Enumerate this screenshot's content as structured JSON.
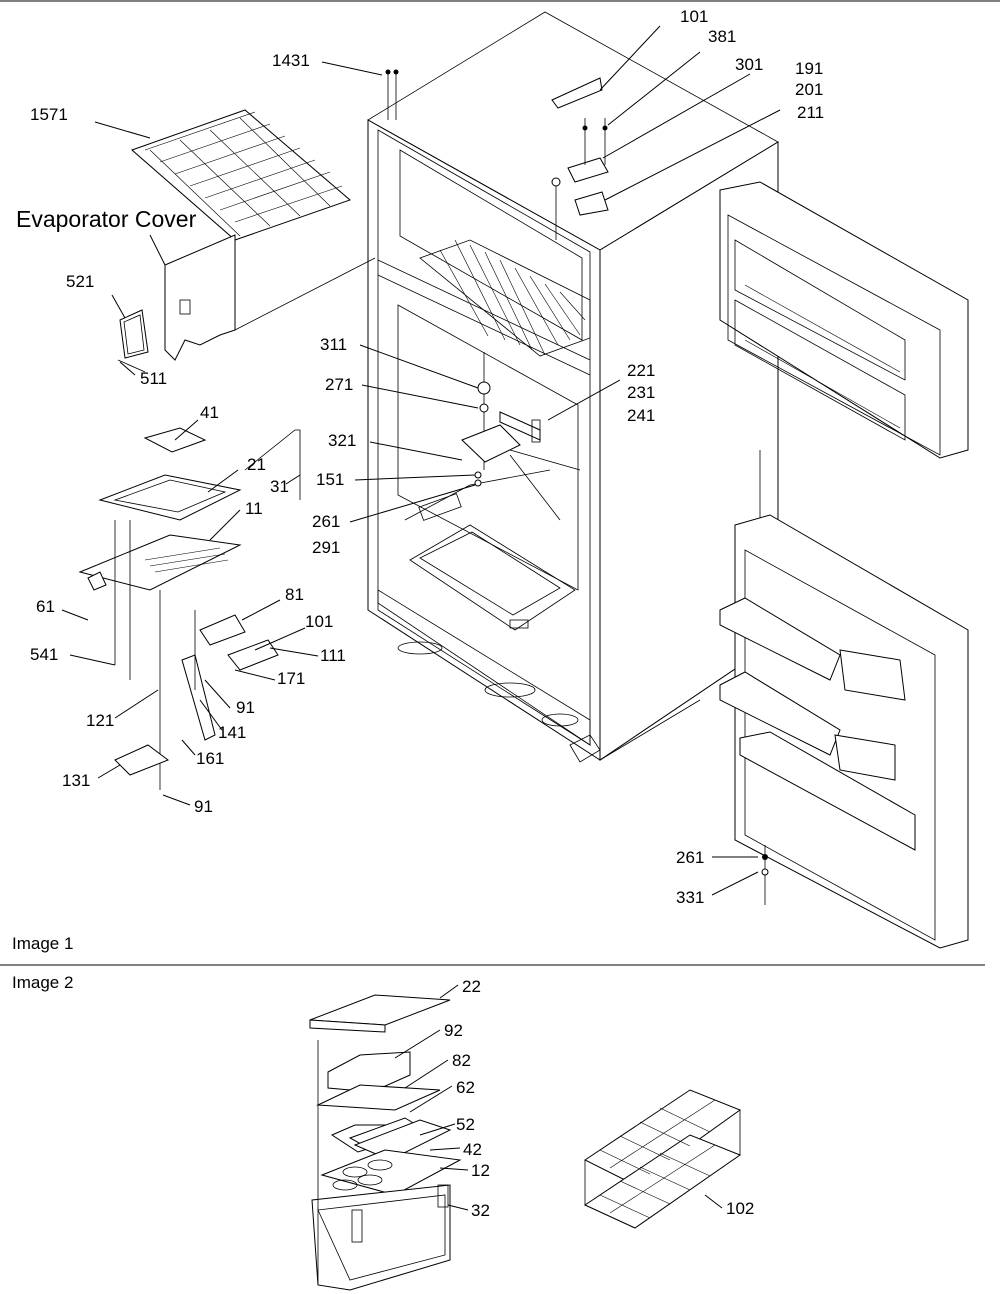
{
  "image1": {
    "caption": "Image 1",
    "evaporator_cover_label": "Evaporator Cover",
    "part_numbers": {
      "p1431": "1431",
      "p101_top": "101",
      "p381": "381",
      "p301": "301",
      "p191": "191",
      "p201": "201",
      "p211": "211",
      "p1571": "1571",
      "p521": "521",
      "p511": "511",
      "p311": "311",
      "p271": "271",
      "p221": "221",
      "p231": "231",
      "p241": "241",
      "p321": "321",
      "p151": "151",
      "p261_mid": "261",
      "p291": "291",
      "p41": "41",
      "p21": "21",
      "p31": "31",
      "p11": "11",
      "p61": "61",
      "p81": "81",
      "p101_mid": "101",
      "p111": "111",
      "p171": "171",
      "p541": "541",
      "p91_a": "91",
      "p141": "141",
      "p121": "121",
      "p161": "161",
      "p131": "131",
      "p91_b": "91",
      "p261_right": "261",
      "p331": "331"
    }
  },
  "image2": {
    "caption": "Image 2",
    "part_numbers": {
      "p22": "22",
      "p92": "92",
      "p82": "82",
      "p62": "62",
      "p52": "52",
      "p42": "42",
      "p12": "12",
      "p32": "32",
      "p102": "102"
    }
  }
}
